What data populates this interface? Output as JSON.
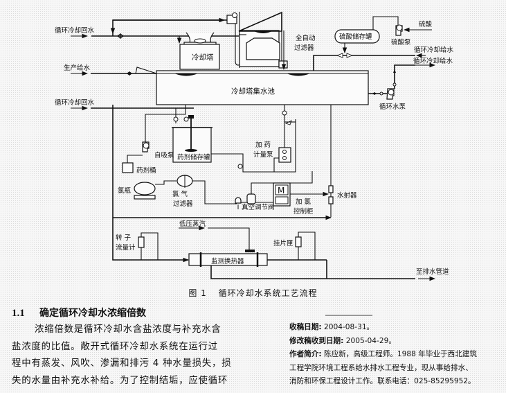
{
  "figure": {
    "labels": {
      "return_water_top": "循环冷却回水",
      "production_supply": "生产给水",
      "return_water_mid": "循环冷却回水",
      "cooling_tower": "冷却塔",
      "auto_filter_line1": "全自动",
      "auto_filter_line2": "过滤器",
      "sulfuric_tank": "硫酸储存罐",
      "sulfuric_acid": "硫酸",
      "sulfuric_pump": "硫酸泵",
      "supply_water_in": "循环冷却给水",
      "supply_water_out": "循环冷却给水",
      "basin": "冷却塔集水池",
      "circ_pump": "循环水泵",
      "self_priming_pump": "自吸泵",
      "chem_storage_tank": "药剂储存罐",
      "dosing_pump_line1": "加  药",
      "dosing_pump_line2": "计量泵",
      "chem_bucket": "药剂桶",
      "chlorine_bottle": "氯瓶",
      "chlorine_filter_line1": "氯    气",
      "chlorine_filter_line2": "过滤器",
      "vacuum_valve": "真空调节阀",
      "chlorinator_line1": "加    氯",
      "chlorinator_line2": "控制柜",
      "ejector": "水射器",
      "low_pressure_steam": "低压蒸汽",
      "rotameter_line1": "转    子",
      "rotameter_line2": "流量计",
      "coupon_holder": "挂片匣",
      "monitor_hx": "监测换热器",
      "to_drain": "至排水管道",
      "chlorinator_display": "M"
    },
    "caption_num": "图 1",
    "caption_title": "循环冷却水系统工艺流程"
  },
  "article": {
    "section_number": "1.1",
    "section_title": "确定循环冷却水浓缩倍数",
    "paragraph_lines": [
      "浓缩倍数是循环冷却水含盐浓度与补充水含",
      "盐浓度的比值。敞开式循环冷却水系统在运行过",
      "程中有蒸发、风吹、渗漏和排污 4 种水量损失，损",
      "失的水量由补充水补给。为了控制结垢，应使循环"
    ]
  },
  "footnote": {
    "received_label": "收稿日期:",
    "received_value": " 2004-08-31。",
    "revised_label": "修改稿收到日期:",
    "revised_value": " 2005-04-29。",
    "author_label": "作者简介:",
    "author_lines": [
      " 陈应新，高级工程师。1988 年毕业于西北建筑",
      "工程学院环境工程系给水排水工程专业，现从事给排水、",
      "消防和环保工程设计工作。联系电话：025-85295952。"
    ]
  }
}
